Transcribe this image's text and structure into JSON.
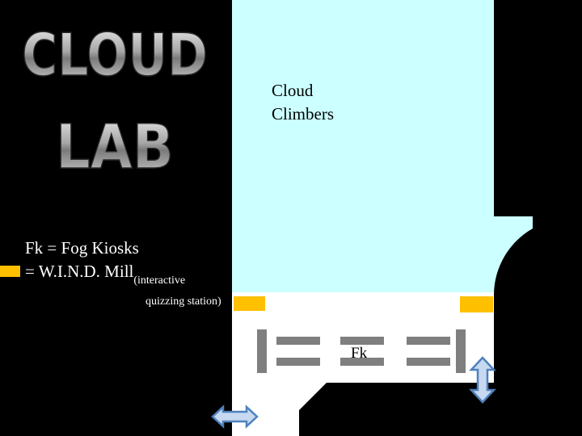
{
  "logo": {
    "line1": "CLOUD",
    "line2": "LAB"
  },
  "room": {
    "line1": "Cloud",
    "line2": "Climbers"
  },
  "legend": {
    "fk_line": "Fk = Fog Kiosks",
    "mill_line": "= W.I.N.D. Mill",
    "mill_note_a": "(interactive",
    "mill_note_b": "quizzing station)"
  },
  "kiosk_label": "Fk",
  "colors": {
    "background": "#000000",
    "room_fill": "#ccffff",
    "corridor_fill": "#ffffff",
    "mill_marker": "#ffc000",
    "kiosk_gray": "#7f7f7f",
    "arrow_fill": "#c6d9f1",
    "arrow_stroke": "#4f81bd"
  },
  "icons": [
    "double-arrow-horizontal-icon",
    "double-arrow-vertical-icon"
  ]
}
